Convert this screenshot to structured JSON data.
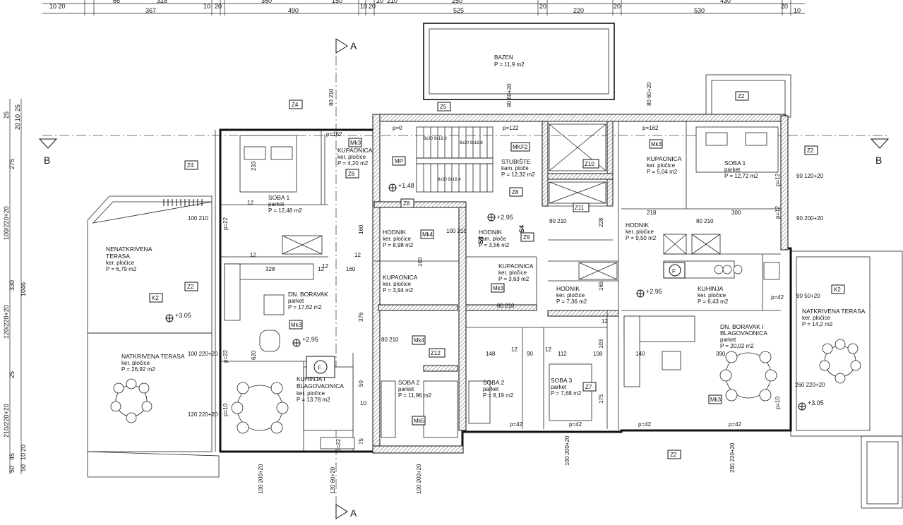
{
  "top_dims_row1": [
    "10 20",
    "66",
    "328",
    "10",
    "20",
    "360",
    "150",
    "10",
    "20",
    "20",
    "210",
    "250",
    "430"
  ],
  "top_dims_row2": [
    "367",
    "490",
    "525",
    "20",
    "220",
    "20",
    "530",
    "20",
    "10"
  ],
  "section_marks": {
    "a_top": "A",
    "a_bottom": "A",
    "b_left": "B",
    "b_right": "B"
  },
  "left_dims": [
    "25",
    "20",
    "10",
    "25",
    "275",
    "100/220+20",
    "330",
    "120/220+20",
    "1046",
    "25",
    "210/220+20",
    "50",
    "45",
    "50",
    "10",
    "20"
  ],
  "rooms": {
    "bazen": {
      "name": "BAZEN",
      "area": "P = 11,9 m2"
    },
    "kup_l": {
      "name": "KUPAONICA",
      "floor": "ker. pločice",
      "area": "P = 4,20 m2"
    },
    "soba1_l": {
      "name": "SOBA 1",
      "floor": "parket",
      "area": "P = 12,48 m2"
    },
    "stubiste": {
      "name": "STUBIŠTE",
      "floor": "kam. ploče",
      "area": "P = 12,32 m2"
    },
    "kup_r": {
      "name": "KUPAONICA",
      "floor": "ker. pločice",
      "area": "P = 5,04 m2"
    },
    "soba1_r": {
      "name": "SOBA 1",
      "floor": "parket",
      "area": "P = 12,72 m2"
    },
    "nenatkrivena": {
      "name": "NENATKRIVENA",
      "name2": "TERASA",
      "floor": "ker. pločice",
      "area": "P = 6,79 m2"
    },
    "hodnik1": {
      "name": "HODNIK",
      "floor": "ker. pločice",
      "area": "P = 8,98 m2"
    },
    "hodnik2": {
      "name": "HODNIK",
      "floor": "kam. ploče",
      "area": "P = 3,56 m2"
    },
    "hodnik3": {
      "name": "HODNIK",
      "floor": "ker. pločice",
      "area": "P = 9,50 m2"
    },
    "dn_boravak_l": {
      "name": "DN. BORAVAK",
      "floor": "parket",
      "area": "P = 17,62 m2"
    },
    "kup_m1": {
      "name": "KUPAONICA",
      "floor": "ker. pločice",
      "area": "P = 3,94 m2"
    },
    "kup_m2": {
      "name": "KUPAONICA",
      "floor": "ker. pločice",
      "area": "P = 3,63 m2"
    },
    "hodnik4": {
      "name": "HODNIK",
      "floor": "ker. pločice",
      "area": "P = 7,36 m2"
    },
    "kuhinja": {
      "name": "KUHINJA",
      "floor": "ker. pločice",
      "area": "P = 6,43 m2"
    },
    "natkrivena_r": {
      "name": "NATKRIVENA TERASA",
      "floor": "ker. pločice",
      "area": "P = 14,2 m2"
    },
    "dn_boravak_r": {
      "name": "DN. BORAVAK I",
      "name2": "BLAGOVAONICA",
      "floor": "parket",
      "area": "P = 20,02 m2"
    },
    "natkrivena_l": {
      "name": "NATKRIVENA TERASA",
      "floor": "ker. pločice",
      "area": "P = 26,92 m2"
    },
    "kuhinja_blag": {
      "name": "KUHINJA I",
      "name2": "BLAGOVAONICA",
      "floor": "ker. pločice",
      "area": "P = 13,78 m2"
    },
    "soba2_l": {
      "name": "SOBA 2",
      "floor": "parket",
      "area": "P = 11,96 m2"
    },
    "soba2_m": {
      "name": "SOBA 2",
      "floor": "parket",
      "area": "P = 8,19 m2"
    },
    "soba3": {
      "name": "SOBA 3",
      "floor": "parket",
      "area": "P = 7,68 m2"
    }
  },
  "levels": [
    "+1.48",
    "+2.95",
    "+3.05",
    "+2.95",
    "+2.95",
    "+3.05",
    "p=0",
    "p=122",
    "p=162",
    "p=162"
  ],
  "tags": [
    "Z4",
    "Z4",
    "Z5",
    "Z6",
    "Z8",
    "Z8",
    "Z9",
    "Z10",
    "Z11",
    "Z12",
    "Z7",
    "Z2",
    "Z2",
    "Z2",
    "Z2",
    "K2",
    "K2",
    "MP",
    "MKF2",
    "Mk3",
    "Mk3",
    "Mk3",
    "Mk4",
    "Mk4",
    "Mk5",
    "Mk3",
    "Mk3",
    "S3",
    "S4",
    "F",
    "F"
  ],
  "door_dims": [
    "80 210",
    "100 210",
    "100 210",
    "80 210",
    "80 210",
    "80 210",
    "80 210",
    "90 120+20",
    "90 200+20",
    "90 50+20",
    "100 220+20",
    "120 220+20",
    "260 220+20",
    "100 200+20",
    "100 200+20",
    "120 60+20",
    "260 220+20",
    "100 200+20",
    "90 60+20",
    "80 60+20"
  ],
  "inner_dims": [
    "233",
    "12",
    "328",
    "12",
    "160",
    "160",
    "376",
    "12",
    "218",
    "300",
    "160",
    "228",
    "165",
    "148",
    "12",
    "90",
    "12",
    "112",
    "108",
    "12",
    "103",
    "175",
    "140",
    "390",
    "620",
    "12",
    "50",
    "75",
    "10",
    "12",
    "p=42",
    "p=42",
    "p=42",
    "p=42",
    "p=42",
    "p=10",
    "p=10",
    "p=22",
    "p=22",
    "p=12",
    "p=12",
    "p=22"
  ],
  "stairs": {
    "s1": "8x30 9x18,8",
    "s2": "8x30 9x18,8",
    "s3": "8x30 9x18,4"
  }
}
